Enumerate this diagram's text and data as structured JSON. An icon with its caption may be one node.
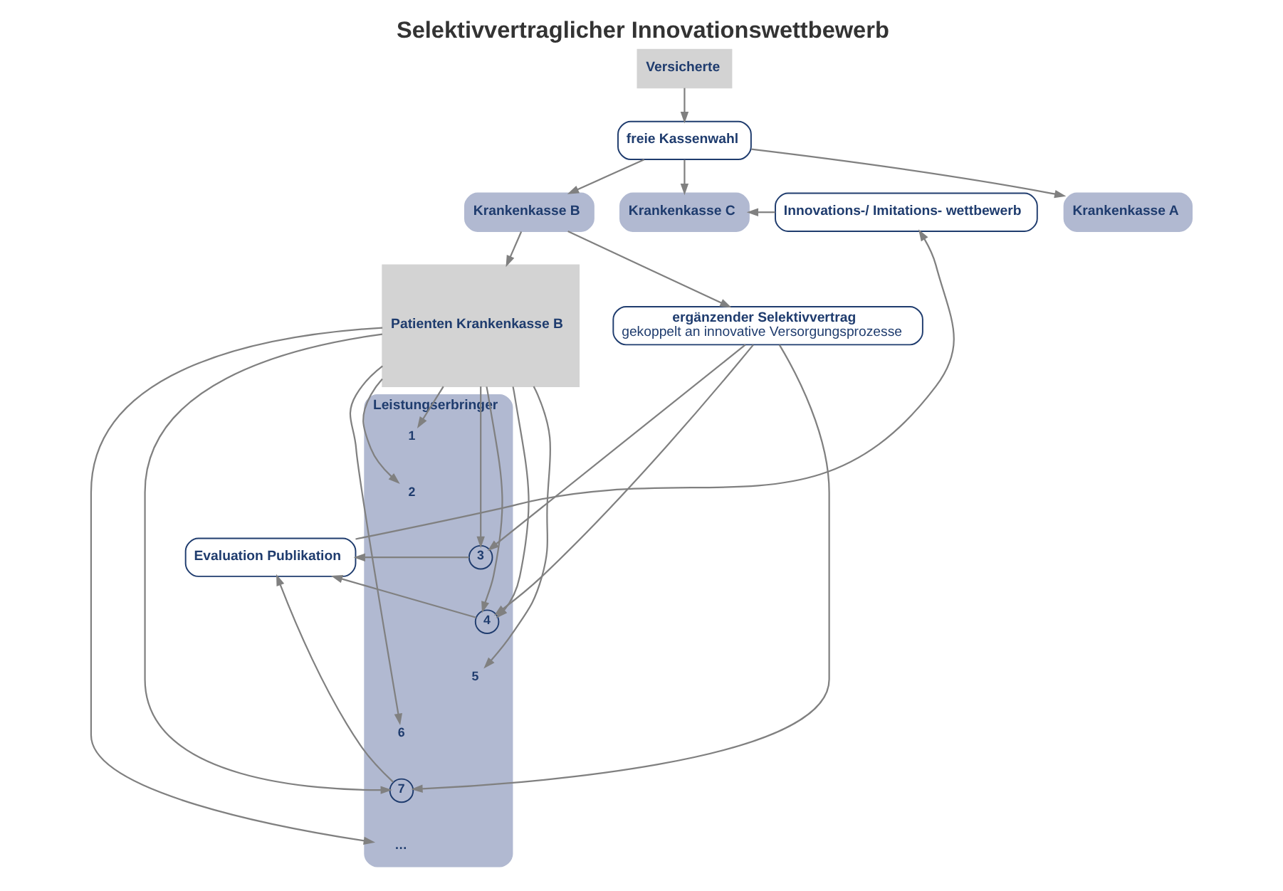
{
  "diagram": {
    "title": "Selektivvertraglicher Innovationswettbewerb",
    "nodes": [
      {
        "text": [
          "Versicherte"
        ]
      },
      {
        "text": [
          "freie Kassenwahl"
        ]
      },
      {
        "text": [
          "Krankenkasse A"
        ]
      },
      {
        "text": [
          "Krankenkasse B"
        ]
      },
      {
        "text": [
          "Krankenkasse C"
        ]
      },
      {
        "text": [
          "Innovations-/ Imitations- wettbewerb"
        ]
      },
      {
        "text": [
          "Patienten Krankenkasse B"
        ]
      },
      {
        "text": [
          "ergänzender Selektivvertrag",
          "gekoppelt an innovative Versorgungsprozesse"
        ]
      },
      {
        "text": [
          "Leistungserbringer"
        ]
      },
      {
        "text": [
          "1"
        ],
        "in": 8
      },
      {
        "text": [
          "2"
        ],
        "in": 8
      },
      {
        "text": [
          "3"
        ],
        "in": 8
      },
      {
        "text": [
          "4"
        ],
        "in": 8
      },
      {
        "text": [
          "5"
        ],
        "in": 8
      },
      {
        "text": [
          "6"
        ],
        "in": 8
      },
      {
        "text": [
          "7"
        ],
        "in": 8
      },
      {
        "text": [
          "…"
        ],
        "in": 8
      },
      {
        "text": [
          "Evaluation Publikation"
        ]
      }
    ],
    "edges": [
      {
        "from": 0,
        "to": 1,
        "arrow": "to"
      },
      {
        "from": 1,
        "to": 2,
        "arrow": "to"
      },
      {
        "from": 1,
        "to": 3,
        "arrow": "to"
      },
      {
        "from": 1,
        "to": 4,
        "arrow": "to"
      },
      {
        "from": 5,
        "to": 4,
        "arrow": "to"
      },
      {
        "from": 3,
        "to": 6,
        "arrow": "to"
      },
      {
        "from": 3,
        "to": 7,
        "arrow": "to"
      },
      {
        "from": 6,
        "to": 9,
        "arrow": "to"
      },
      {
        "from": 6,
        "to": 12,
        "arrow": "to"
      },
      {
        "from": 6,
        "to": 10,
        "arrow": "to"
      },
      {
        "from": 6,
        "to": 12,
        "arrow": "to"
      },
      {
        "from": 6,
        "to": 14,
        "arrow": "to"
      },
      {
        "from": 6,
        "to": 16,
        "arrow": "to"
      },
      {
        "from": 6,
        "to": 11,
        "arrow": "to"
      },
      {
        "from": 6,
        "to": 15,
        "arrow": "to"
      },
      {
        "from": 6,
        "to": 13,
        "arrow": "to"
      },
      {
        "from": 7,
        "to": 11,
        "arrow": "to"
      },
      {
        "from": 7,
        "to": 12,
        "arrow": "to"
      },
      {
        "from": 7,
        "to": 15,
        "arrow": "to"
      },
      {
        "from": 11,
        "to": 17,
        "arrow": "to"
      },
      {
        "from": 12,
        "to": 17,
        "arrow": "to"
      },
      {
        "from": 15,
        "to": 17,
        "arrow": "to"
      },
      {
        "from": 17,
        "to": 5,
        "arrow": "to"
      }
    ]
  }
}
